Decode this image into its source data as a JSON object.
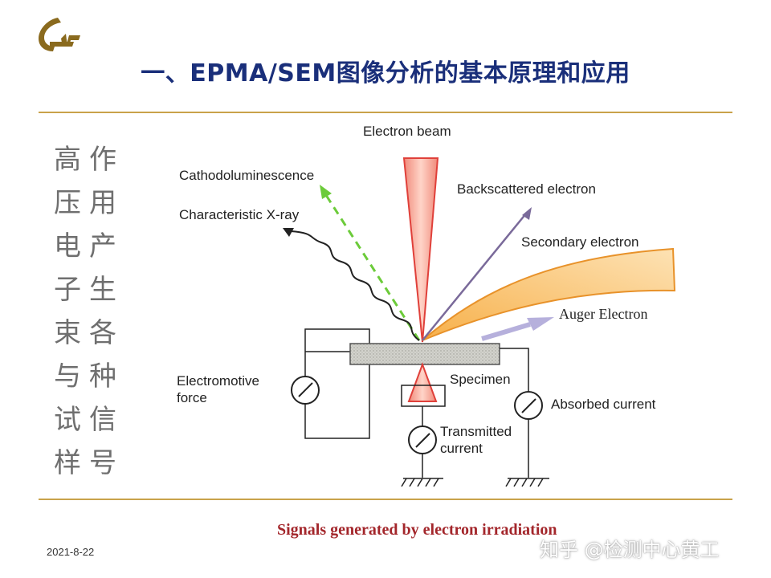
{
  "slide": {
    "title": "一、EPMA/SEM图像分析的基本原理和应用",
    "left_column": [
      "高",
      "压",
      "电",
      "子",
      "束",
      "与",
      "试",
      "样"
    ],
    "right_column": [
      "作",
      "用",
      "产",
      "生",
      "各",
      "种",
      "信",
      "号"
    ],
    "caption": "Signals generated by electron irradiation",
    "date": "2021-8-22",
    "watermark": "知乎 @检测中心黄工",
    "accent_color": "#c9a24a",
    "title_color": "#1a2f7a",
    "caption_color": "#a3262b"
  },
  "diagram": {
    "labels": {
      "electron_beam": "Electron beam",
      "cathodoluminescence": "Cathodoluminescence",
      "characteristic_xray": "Characteristic X-ray",
      "backscattered": "Backscattered electron",
      "secondary": "Secondary electron",
      "auger": "Auger Electron",
      "electromotive": "Electromotive",
      "force": "force",
      "specimen": "Specimen",
      "absorbed": "Absorbed current",
      "transmitted": "Transmitted",
      "current": "current"
    }
  }
}
